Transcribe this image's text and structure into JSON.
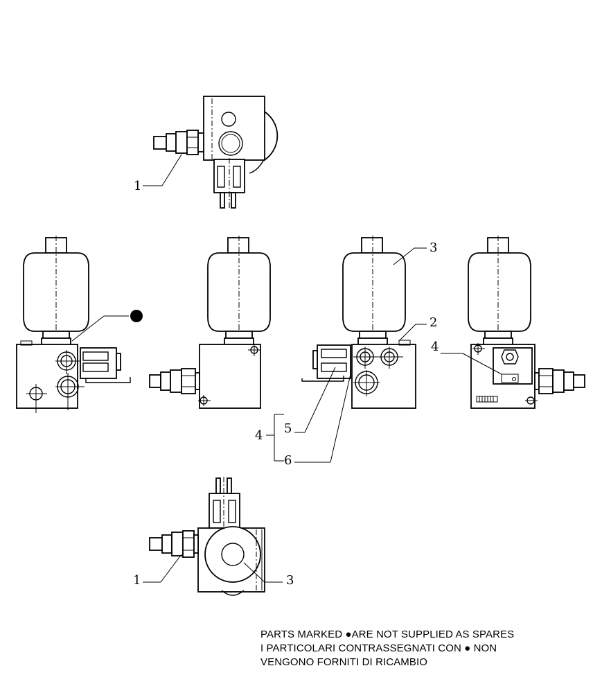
{
  "callouts": {
    "top_view": "1",
    "view3_accumulator": "3",
    "view3_plug": "2",
    "view4_solenoid": "4",
    "group_number": "4",
    "group_item_a": "5",
    "group_item_b": "6",
    "bottom_view_fitting": "1",
    "bottom_view_accumulator": "3"
  },
  "note": {
    "line1": "PARTS MARKED ●ARE NOT SUPPLIED AS SPARES",
    "line2": "I  PARTICOLARI  CONTRASSEGNATI  CON  ●  NON",
    "line3": "VENGONO FORNITI DI RICAMBIO"
  }
}
